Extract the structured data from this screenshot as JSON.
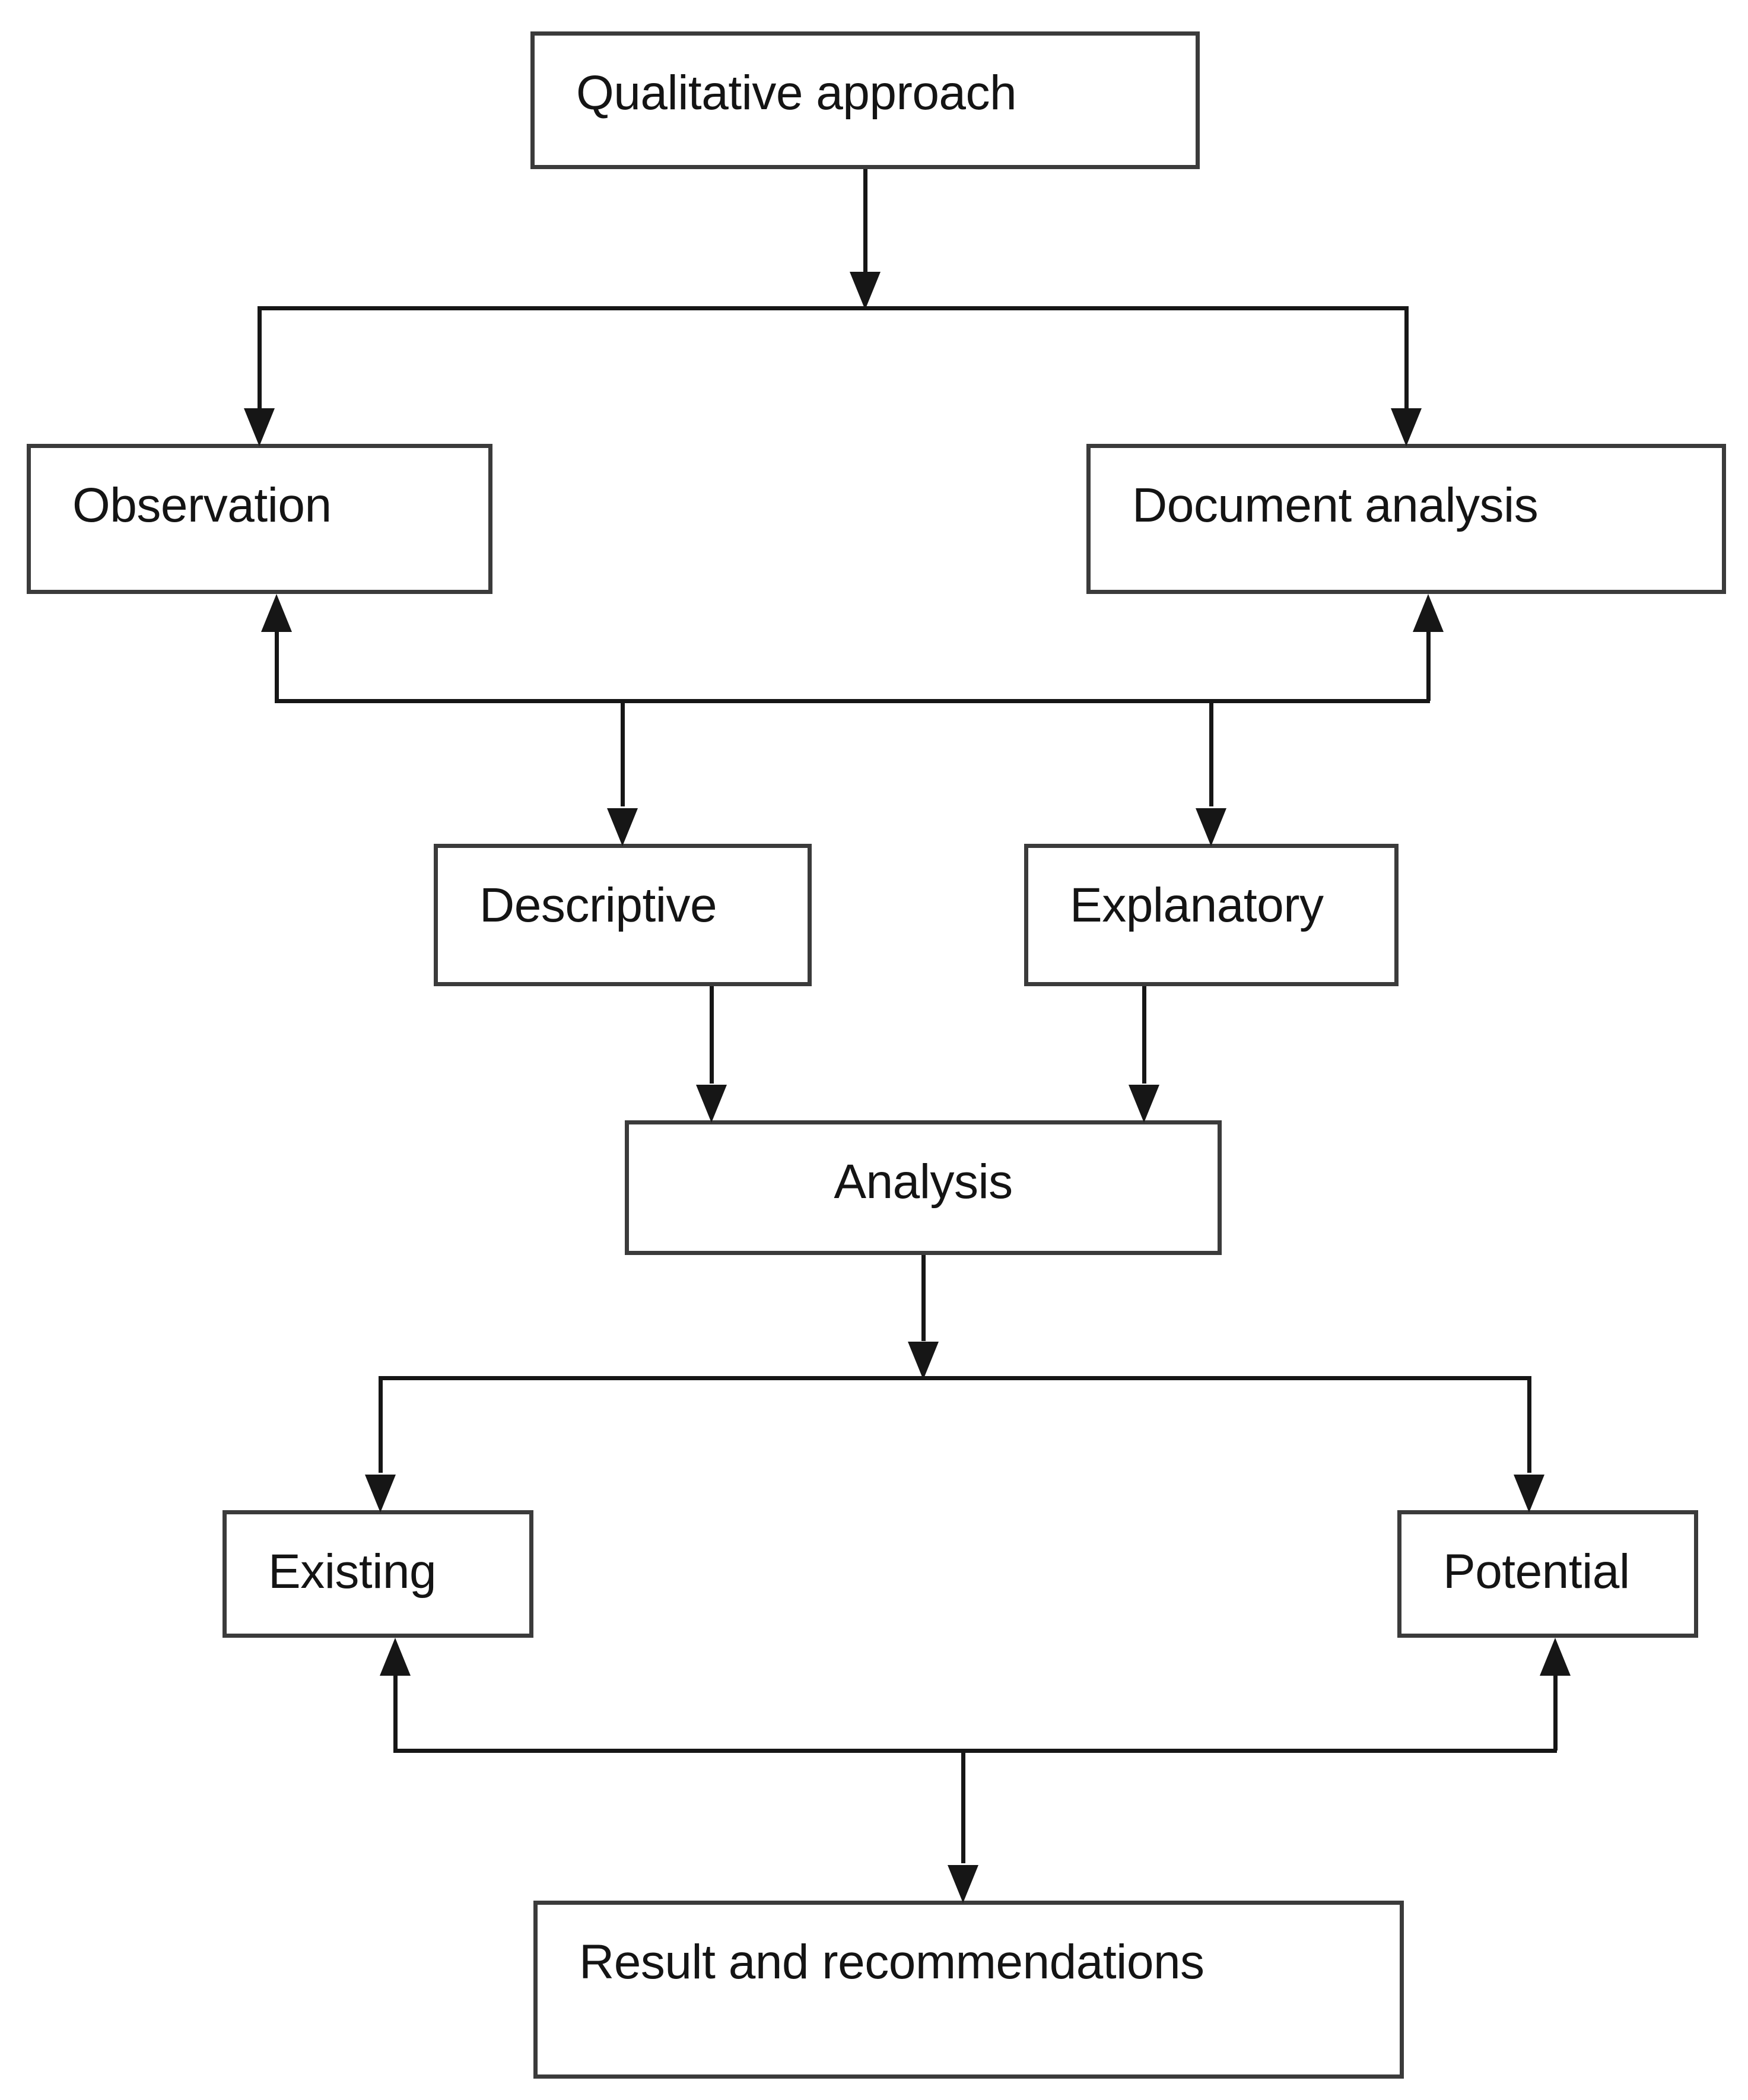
{
  "diagram": {
    "type": "flowchart",
    "colors": {
      "background": "#ffffff",
      "box_fill": "#ffffff",
      "box_border": "#3b3b3b",
      "line": "#161616",
      "text": "#141414"
    },
    "nodes": {
      "qualitative": {
        "label": "Qualitative approach"
      },
      "observation": {
        "label": "Observation"
      },
      "document_analysis": {
        "label": "Document analysis"
      },
      "descriptive": {
        "label": "Descriptive"
      },
      "explanatory": {
        "label": "Explanatory"
      },
      "analysis": {
        "label": "Analysis"
      },
      "existing": {
        "label": "Existing"
      },
      "potential": {
        "label": "Potential"
      },
      "result": {
        "label": "Result and recommendations"
      }
    },
    "edges": [
      {
        "from": "Qualitative approach",
        "to": "split junction 1",
        "arrow": "down"
      },
      {
        "from": "split junction 1",
        "to": "Observation",
        "arrow": "down"
      },
      {
        "from": "split junction 1",
        "to": "Document analysis",
        "arrow": "down"
      },
      {
        "from": "bus junction 2",
        "to": "Observation",
        "arrow": "up"
      },
      {
        "from": "bus junction 2",
        "to": "Document analysis",
        "arrow": "up"
      },
      {
        "from": "bus junction 2",
        "to": "Descriptive",
        "arrow": "down"
      },
      {
        "from": "bus junction 2",
        "to": "Explanatory",
        "arrow": "down"
      },
      {
        "from": "Descriptive",
        "to": "Analysis",
        "arrow": "down"
      },
      {
        "from": "Explanatory",
        "to": "Analysis",
        "arrow": "down"
      },
      {
        "from": "Analysis",
        "to": "split junction 3",
        "arrow": "down"
      },
      {
        "from": "split junction 3",
        "to": "Existing",
        "arrow": "down"
      },
      {
        "from": "split junction 3",
        "to": "Potential",
        "arrow": "down"
      },
      {
        "from": "bus junction 4",
        "to": "Existing",
        "arrow": "up"
      },
      {
        "from": "bus junction 4",
        "to": "Potential",
        "arrow": "up"
      },
      {
        "from": "bus junction 4",
        "to": "Result and recommendations",
        "arrow": "down"
      }
    ]
  }
}
